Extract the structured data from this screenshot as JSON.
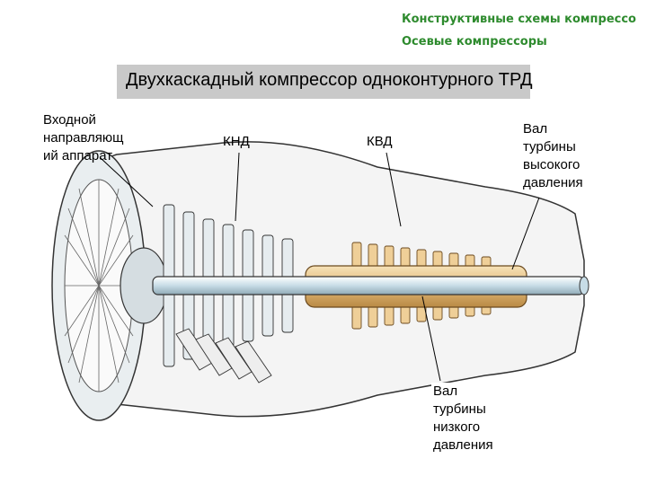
{
  "header": {
    "line1": "Конструктивные схемы компрессо",
    "line2": "Осевые компрессоры"
  },
  "title": "Двухкаскадный компрессор одноконтурного ТРД",
  "labels": {
    "inlet_guide_vanes": "Входной\nнаправляющ\nий аппарат",
    "lpc": "КНД",
    "hpc": "КВД",
    "hp_turbine_shaft": "Вал\nтурбины\nвысокого\nдавления",
    "lp_turbine_shaft": "Вал\nтурбины\nнизкого\nдавления"
  },
  "colors": {
    "header": "#2e8b2e",
    "title_bar": "#c9c9c9",
    "hp_spool": "#e2b877",
    "lp_shaft": "#c7dce6"
  }
}
